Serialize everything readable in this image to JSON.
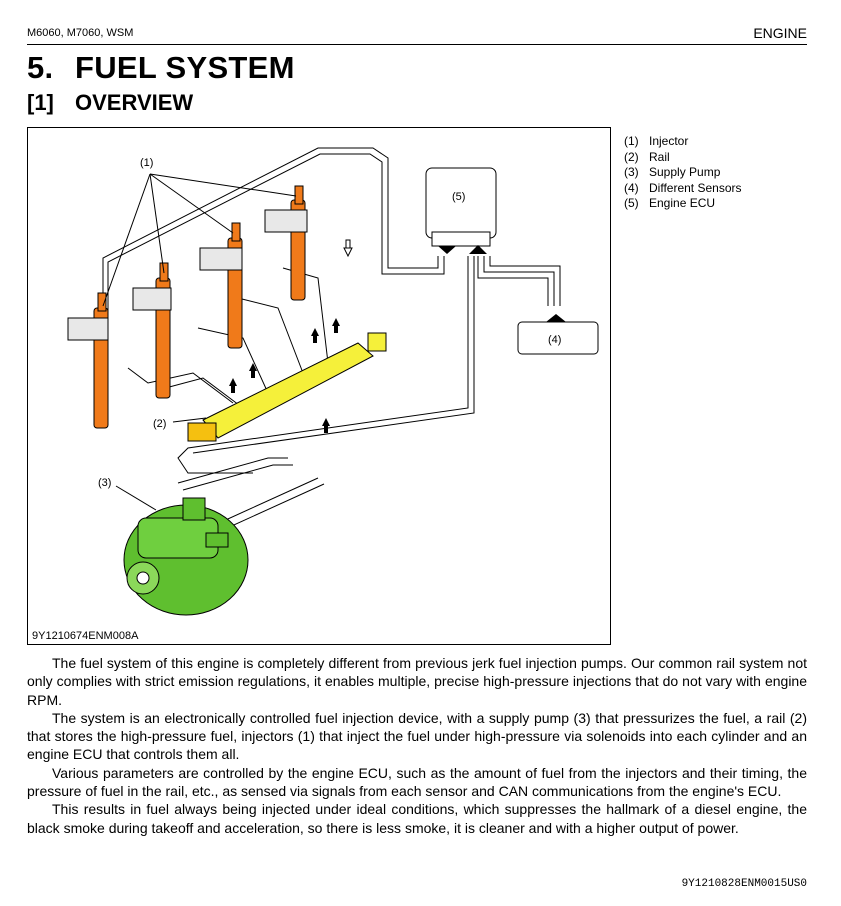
{
  "header": {
    "models": "M6060, M7060, WSM",
    "section": "ENGINE"
  },
  "title": {
    "number": "5.",
    "text": "FUEL SYSTEM"
  },
  "subtitle": {
    "number": "[1]",
    "text": "OVERVIEW"
  },
  "figure": {
    "code": "9Y1210674ENM008A",
    "callouts": {
      "injector": "(1)",
      "rail": "(2)",
      "pump": "(3)",
      "sensors": "(4)",
      "ecu": "(5)"
    }
  },
  "legend": [
    {
      "key": "(1)",
      "label": "Injector"
    },
    {
      "key": "(2)",
      "label": "Rail"
    },
    {
      "key": "(3)",
      "label": "Supply Pump"
    },
    {
      "key": "(4)",
      "label": "Different Sensors"
    },
    {
      "key": "(5)",
      "label": "Engine ECU"
    }
  ],
  "paragraphs": [
    "The fuel system of this engine is completely different from previous jerk fuel injection pumps. Our common rail system not only complies with strict emission regulations, it enables multiple, precise high-pressure injections that do not vary with engine RPM.",
    "The system is an electronically controlled fuel injection device, with a supply pump (3) that pressurizes the fuel, a rail (2) that stores the high-pressure fuel, injectors (1) that inject the fuel under high-pressure via solenoids into each cylinder and an engine ECU that controls them all.",
    "Various parameters are controlled by the engine ECU, such as the amount of fuel from the injectors and their timing, the pressure of fuel in the rail, etc., as sensed via signals from each sensor and CAN communications from the engine's ECU.",
    "This results in fuel always being injected under ideal conditions, which suppresses the hallmark of a diesel engine, the black smoke during takeoff and acceleration, so there is less smoke, it is cleaner and with a higher output of power."
  ],
  "doc_code": "9Y1210828ENM0015US0",
  "colors": {
    "injector": "#f07a1a",
    "rail": "#f5f03a",
    "pump": "#5fbf2f",
    "line": "#000000"
  }
}
